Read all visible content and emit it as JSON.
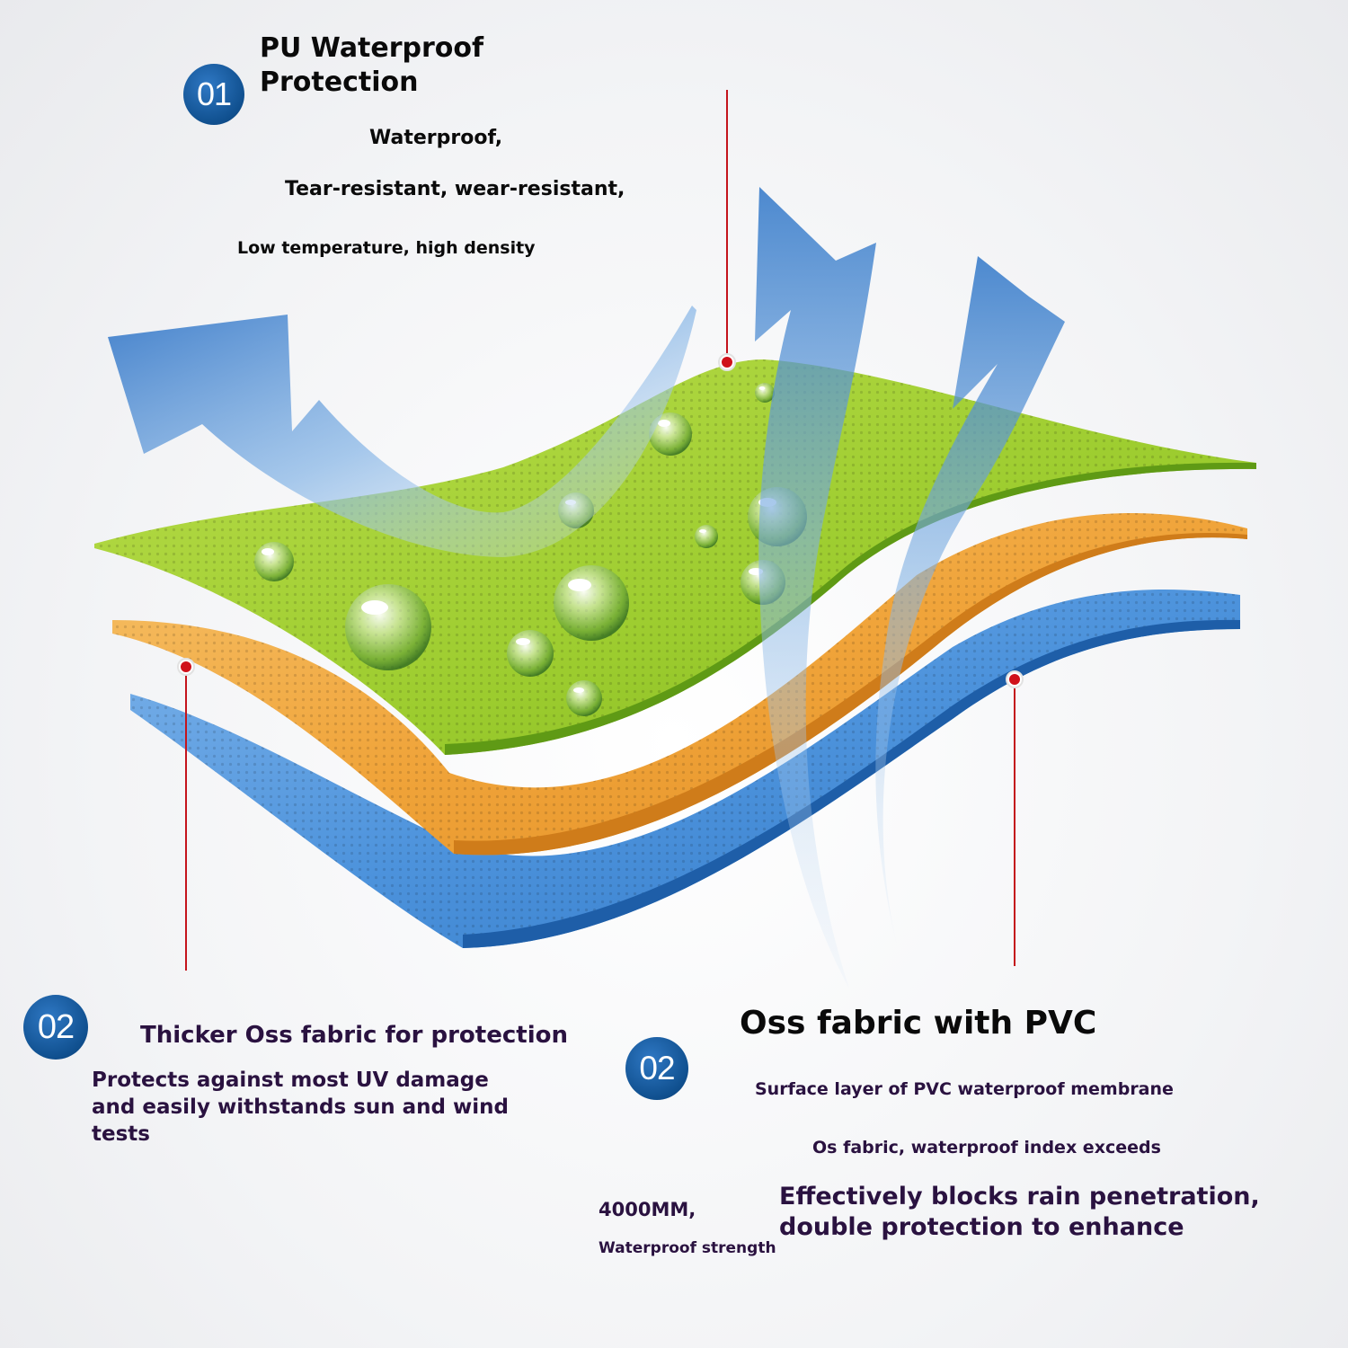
{
  "section1": {
    "badge": "01",
    "title_line1": "PU Waterproof",
    "title_line2": "Protection",
    "bullet1": "Waterproof,",
    "bullet2": "Tear-resistant, wear-resistant,",
    "bullet3": "Low temperature, high density"
  },
  "section2": {
    "badge": "02",
    "title": "Thicker Oss fabric for protection",
    "desc_line1": "Protects against most UV damage",
    "desc_line2": "and easily withstands sun and wind",
    "desc_line3": "tests"
  },
  "section3": {
    "badge": "02",
    "title": "Oss fabric with PVC",
    "line1": "Surface layer of PVC waterproof membrane",
    "line2": "Os fabric, waterproof index exceeds",
    "value": "4000MM,",
    "value_caption": "Waterproof strength",
    "highlight_line1": "Effectively blocks rain penetration,",
    "highlight_line2": "double protection to enhance"
  },
  "colors": {
    "green_layer": "#9ccc2e",
    "orange_layer": "#f0a43a",
    "blue_layer": "#3f87d4",
    "arrow": "#3b82cf",
    "badge": "#10508f",
    "pointer": "#d0101a",
    "text_dark": "#0a0a0a",
    "text_purple": "#2a1240"
  }
}
